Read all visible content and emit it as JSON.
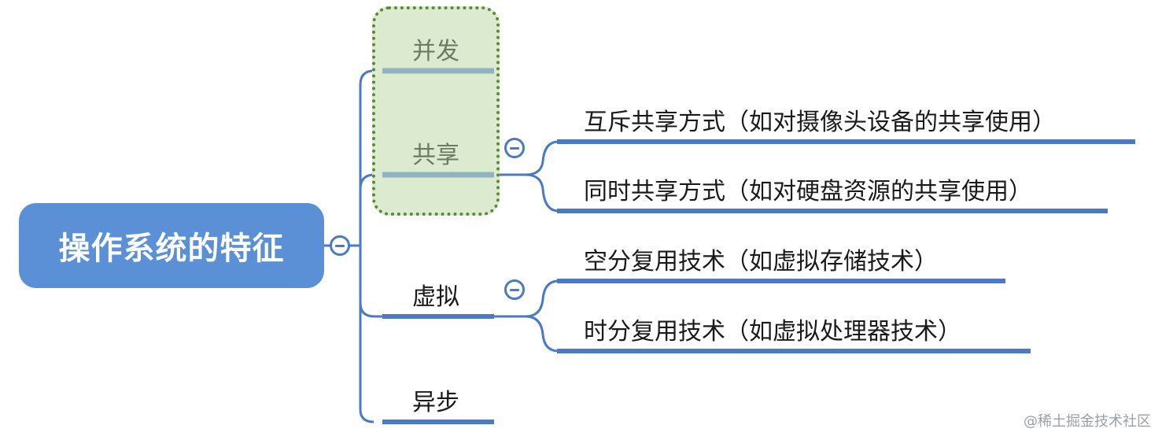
{
  "root": {
    "label": "操作系统的特征"
  },
  "branches": [
    {
      "label": "并发"
    },
    {
      "label": "共享",
      "children": [
        {
          "label": "互斥共享方式（如对摄像头设备的共享使用）"
        },
        {
          "label": "同时共享方式（如对硬盘资源的共享使用）"
        }
      ]
    },
    {
      "label": "虚拟",
      "children": [
        {
          "label": "空分复用技术（如虚拟存储技术）"
        },
        {
          "label": "时分复用技术（如虚拟处理器技术）"
        }
      ]
    },
    {
      "label": "异步"
    }
  ],
  "watermark": "@稀土掘金技术社区",
  "colors": {
    "root_fill": "#5b8fd6",
    "connector": "#4a79c7",
    "highlight_fill": "#dcebd0",
    "highlight_border": "#5a8a32",
    "underline_highlighted": "#8fb3c0"
  }
}
